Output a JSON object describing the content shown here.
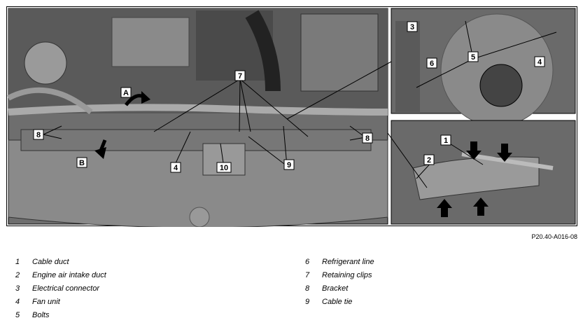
{
  "figure": {
    "reference": "P20.40-A016-08",
    "callouts": [
      "1",
      "2",
      "3",
      "4",
      "5",
      "6",
      "7",
      "8",
      "9",
      "10",
      "A",
      "B"
    ]
  },
  "legend": {
    "left": [
      {
        "num": "1",
        "text": "Cable duct"
      },
      {
        "num": "2",
        "text": "Engine air intake duct"
      },
      {
        "num": "3",
        "text": "Electrical connector"
      },
      {
        "num": "4",
        "text": "Fan unit"
      },
      {
        "num": "5",
        "text": "Bolts"
      }
    ],
    "right": [
      {
        "num": "6",
        "text": "Refrigerant line"
      },
      {
        "num": "7",
        "text": "Retaining clips"
      },
      {
        "num": "8",
        "text": "Bracket"
      },
      {
        "num": "9",
        "text": "Cable tie"
      }
    ]
  }
}
